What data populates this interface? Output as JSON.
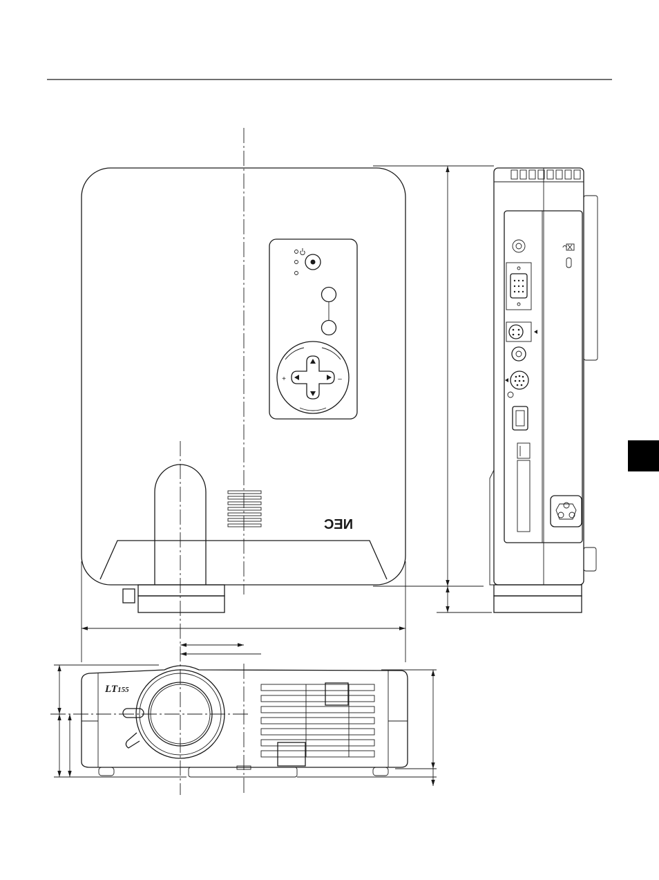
{
  "brand": {
    "logo_text": "NEC"
  },
  "model": {
    "prefix": "LT",
    "number": "155"
  },
  "control_panel": {
    "plus_label": "+",
    "minus_label": "–"
  },
  "colors": {
    "line": "#1a1a1a",
    "tab": "#000000",
    "background": "#ffffff"
  }
}
